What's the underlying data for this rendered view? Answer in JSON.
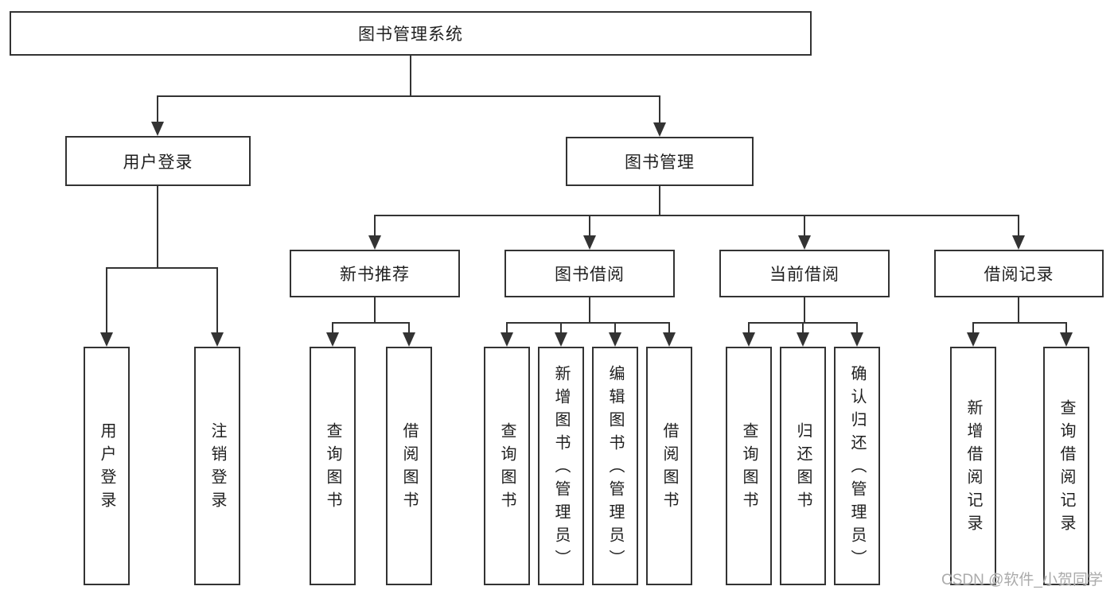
{
  "diagram": {
    "root": {
      "label": "图书管理系统"
    },
    "branches": [
      {
        "label": "用户登录",
        "children": [
          {
            "label": "用户登录"
          },
          {
            "label": "注销登录"
          }
        ]
      },
      {
        "label": "图书管理",
        "children": [
          {
            "label": "新书推荐",
            "children": [
              {
                "label": "查询图书"
              },
              {
                "label": "借阅图书"
              }
            ]
          },
          {
            "label": "图书借阅",
            "children": [
              {
                "label": "查询图书"
              },
              {
                "label": "新增图书（管理员）"
              },
              {
                "label": "编辑图书（管理员）"
              },
              {
                "label": "借阅图书"
              }
            ]
          },
          {
            "label": "当前借阅",
            "children": [
              {
                "label": "查询图书"
              },
              {
                "label": "归还图书"
              },
              {
                "label": "确认归还（管理员）"
              }
            ]
          },
          {
            "label": "借阅记录",
            "children": [
              {
                "label": "新增借阅记录"
              },
              {
                "label": "查询借阅记录"
              }
            ]
          }
        ]
      }
    ],
    "colors": {
      "line": "#333333",
      "text": "#1f1f1f",
      "watermark": "#ababab",
      "background": "#ffffff"
    }
  },
  "watermark": {
    "text": "CSDN @软件_小贺同学"
  }
}
